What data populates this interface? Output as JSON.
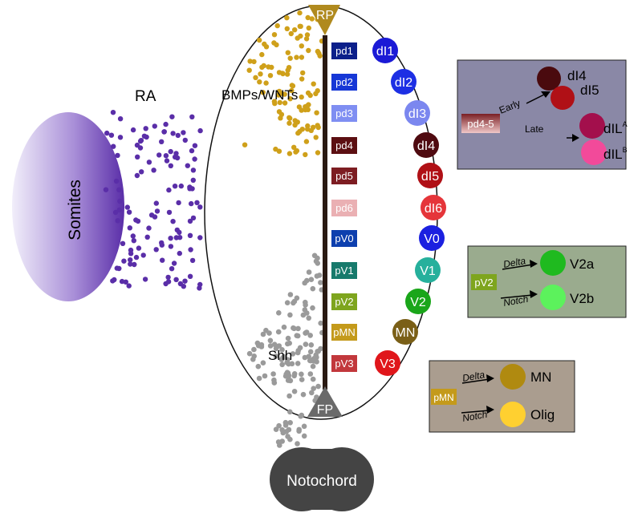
{
  "somites": {
    "label": "Somites",
    "color": "#6a3fb3"
  },
  "ra_label": "RA",
  "bmp_label": "BMPs/WNTs",
  "shh_label": "Shh",
  "roof_plate": "RP",
  "floor_plate": "FP",
  "notochord": "Notochord",
  "progenitors": [
    {
      "label": "pd1",
      "color": "#0b1f8a",
      "text_color": "#ffffff"
    },
    {
      "label": "pd2",
      "color": "#1637d6",
      "text_color": "#ffffff"
    },
    {
      "label": "pd3",
      "color": "#7f8ef2",
      "text_color": "#ffffff"
    },
    {
      "label": "pd4",
      "color": "#5c0f12",
      "text_color": "#ffffff"
    },
    {
      "label": "pd5",
      "color": "#7d1d22",
      "text_color": "#ffffff"
    },
    {
      "label": "pd6",
      "color": "#eab0b3",
      "text_color": "#ffffff"
    },
    {
      "label": "pV0",
      "color": "#0d3fae",
      "text_color": "#ffffff"
    },
    {
      "label": "pV1",
      "color": "#177a6c",
      "text_color": "#ffffff"
    },
    {
      "label": "pV2",
      "color": "#7ea51e",
      "text_color": "#ffffff"
    },
    {
      "label": "pMN",
      "color": "#c49a1b",
      "text_color": "#ffffff"
    },
    {
      "label": "pV3",
      "color": "#c2383c",
      "text_color": "#ffffff"
    }
  ],
  "neurons": [
    {
      "label": "dI1",
      "color": "#1b1ad6"
    },
    {
      "label": "dI2",
      "color": "#1d2fe4"
    },
    {
      "label": "dI3",
      "color": "#7b87ef"
    },
    {
      "label": "dI4",
      "color": "#4f0a10"
    },
    {
      "label": "dI5",
      "color": "#b01016"
    },
    {
      "label": "dI6",
      "color": "#e5353a"
    },
    {
      "label": "V0",
      "color": "#1b20e0"
    },
    {
      "label": "V1",
      "color": "#26b09c"
    },
    {
      "label": "V2",
      "color": "#1aa61a"
    },
    {
      "label": "MN",
      "color": "#7a5f17"
    },
    {
      "label": "V3",
      "color": "#e0161b"
    }
  ],
  "panel_dorsal": {
    "bg": "#8a88a6",
    "source": "pd4-5",
    "early": "Early",
    "late": "Late",
    "dI4": "dI4",
    "dI5": "dI5",
    "dILA": "dIL",
    "dILA_sup": "A",
    "dILB": "dIL",
    "dILB_sup": "B"
  },
  "panel_v2": {
    "bg": "#9aab8e",
    "source": "pV2",
    "delta": "Delta",
    "notch": "Notch",
    "v2a": "V2a",
    "v2b": "V2b"
  },
  "panel_mn": {
    "bg": "#aa9d8f",
    "source": "pMN",
    "delta": "Delta",
    "notch": "Notch",
    "mn": "MN",
    "olig": "Olig"
  }
}
